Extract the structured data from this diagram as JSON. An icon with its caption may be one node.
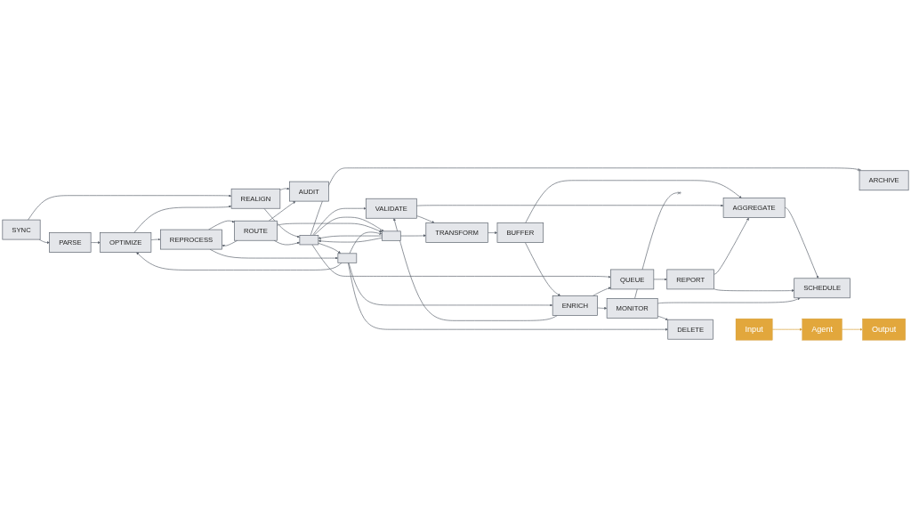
{
  "diagram": {
    "nodes": [
      {
        "text": [
          "SYNC"
        ]
      },
      {
        "text": [
          "PARSE"
        ]
      },
      {
        "text": [
          "OPTIMIZE"
        ]
      },
      {
        "text": [
          "REALIGN"
        ]
      },
      {
        "text": [
          "AUDIT"
        ]
      },
      {
        "text": [
          "REPROCESS"
        ]
      },
      {
        "text": [],
        "shape": "box"
      },
      {
        "text": [
          "VALIDATE"
        ]
      },
      {
        "text": [
          "ROUTE"
        ]
      },
      {
        "text": [],
        "shape": "box"
      },
      {
        "text": [
          "TRANSFORM"
        ]
      },
      {
        "text": [
          "BUFFER"
        ]
      },
      {
        "text": [
          "ENRICH"
        ]
      },
      {
        "text": [],
        "shape": "box"
      },
      {
        "text": [
          "AGGREGATE"
        ]
      },
      {
        "text": [
          "QUEUE"
        ]
      },
      {
        "text": [
          "SCHEDULE"
        ]
      },
      {
        "text": [
          "MONITOR"
        ]
      },
      {
        "text": [
          "REPORT"
        ]
      },
      {
        "text": [
          "ARCHIVE"
        ]
      },
      {
        "text": [
          "DELETE"
        ]
      },
      {
        "text": [
          "Input"
        ]
      },
      {
        "text": [
          "Agent"
        ]
      },
      {
        "text": [
          "Output"
        ]
      }
    ],
    "edges": [
      {
        "from": 0,
        "to": 1,
        "arrow": "to"
      },
      {
        "from": 1,
        "to": 2,
        "arrow": "to"
      },
      {
        "from": 0,
        "to": 3,
        "arrow": "to"
      },
      {
        "from": 2,
        "to": 3,
        "arrow": "to"
      },
      {
        "from": 2,
        "to": 5,
        "arrow": "to"
      },
      {
        "from": 3,
        "to": 4,
        "arrow": "to"
      },
      {
        "from": 3,
        "to": 6,
        "arrow": "to"
      },
      {
        "from": 5,
        "to": 8,
        "arrow": "to"
      },
      {
        "from": 8,
        "to": 5,
        "arrow": "to"
      },
      {
        "from": 8,
        "to": 6,
        "arrow": "to"
      },
      {
        "from": 8,
        "to": 4,
        "arrow": "to"
      },
      {
        "from": 6,
        "to": 7,
        "arrow": "to"
      },
      {
        "from": 6,
        "to": 9,
        "arrow": "to"
      },
      {
        "from": 9,
        "to": 6,
        "arrow": "to"
      },
      {
        "from": 9,
        "to": 6,
        "arrow": "to"
      },
      {
        "from": 7,
        "to": 10,
        "arrow": "to"
      },
      {
        "from": 8,
        "to": 9,
        "arrow": "to"
      },
      {
        "from": 9,
        "to": 10,
        "arrow": "to"
      },
      {
        "from": 10,
        "to": 11,
        "arrow": "to"
      },
      {
        "from": 11,
        "to": 14,
        "arrow": "to"
      },
      {
        "from": 11,
        "to": 12,
        "arrow": "to"
      },
      {
        "from": 7,
        "to": 14,
        "arrow": "to"
      },
      {
        "from": 6,
        "to": 13,
        "arrow": "to"
      },
      {
        "from": 13,
        "to": 2,
        "arrow": "to"
      },
      {
        "from": 5,
        "to": 13,
        "arrow": "to"
      },
      {
        "from": 13,
        "to": 12,
        "arrow": "to"
      },
      {
        "from": 13,
        "to": 9,
        "arrow": "to"
      },
      {
        "from": 6,
        "to": 15,
        "arrow": "to"
      },
      {
        "from": 12,
        "to": 7,
        "arrow": "to"
      },
      {
        "from": 6,
        "to": 19,
        "arrow": "other"
      },
      {
        "from": 12,
        "to": 15,
        "arrow": "to"
      },
      {
        "from": 15,
        "to": 18,
        "arrow": "to"
      },
      {
        "from": 12,
        "to": 17,
        "arrow": "to"
      },
      {
        "from": 14,
        "to": 16,
        "arrow": "to"
      },
      {
        "from": 18,
        "to": 16,
        "arrow": "to"
      },
      {
        "from": 18,
        "to": 14,
        "arrow": "to"
      },
      {
        "from": 17,
        "to": 16,
        "arrow": "to"
      },
      {
        "from": 17,
        "to": 20,
        "arrow": "to"
      },
      {
        "from": 13,
        "to": 20,
        "arrow": "to"
      },
      {
        "from": 17,
        "to": null,
        "arrow": "other"
      },
      {
        "from": 21,
        "to": 22,
        "arrow": "to",
        "color": "#d9a13a"
      },
      {
        "from": 22,
        "to": 23,
        "arrow": "to",
        "color": "#d9a13a"
      }
    ]
  }
}
